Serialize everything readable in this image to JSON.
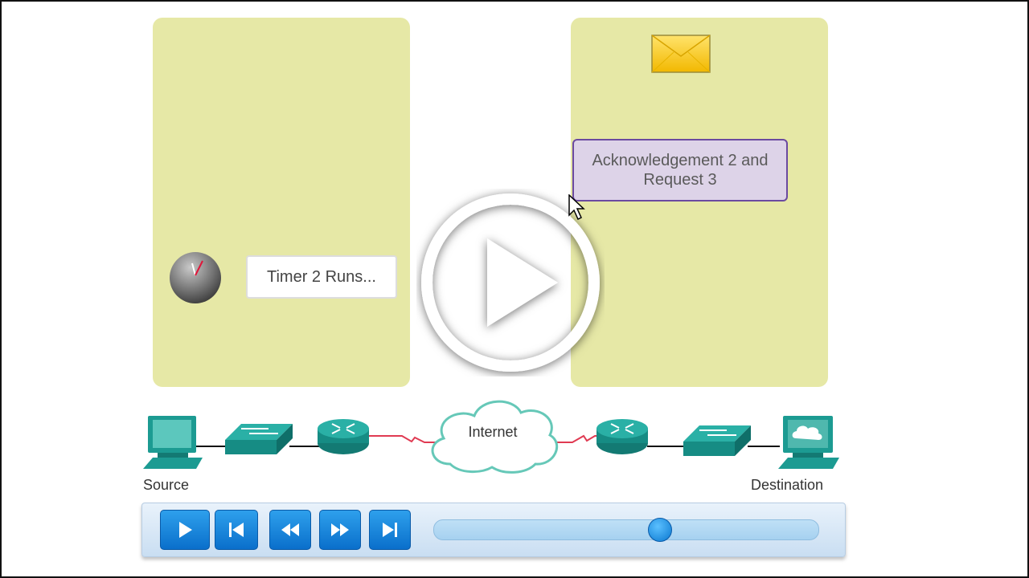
{
  "panels": {
    "left": {
      "timer_label": "Timer 2 Runs..."
    },
    "right": {
      "message_label": "Acknowledgement 2 and Request 3"
    }
  },
  "network": {
    "source_label": "Source",
    "destination_label": "Destination",
    "cloud_label": "Internet"
  },
  "player": {
    "buttons": [
      "play",
      "skip-to-start",
      "rewind",
      "fast-forward",
      "skip-to-end"
    ],
    "progress": 0.59
  },
  "icons": {
    "overlay": "play-circle-icon",
    "clock": "clock-icon",
    "envelope": "envelope-icon"
  },
  "colors": {
    "panel": "#e6e8a6",
    "ack_box": "#ddd3e8",
    "ack_border": "#6b4aa0",
    "device_teal": "#1fa39a",
    "control_blue": "#0a78d0"
  }
}
